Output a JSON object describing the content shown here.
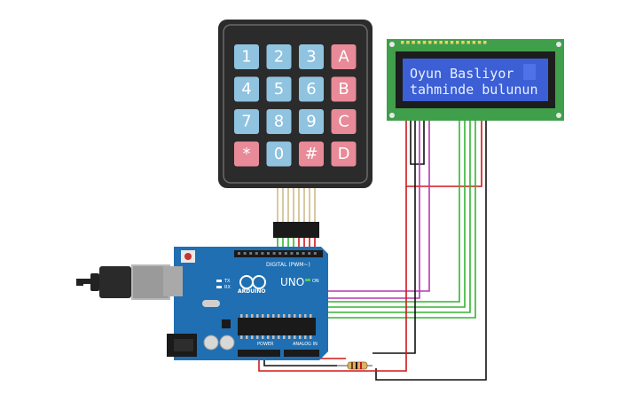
{
  "keypad": {
    "keys": [
      {
        "label": "1",
        "kind": "num"
      },
      {
        "label": "2",
        "kind": "num"
      },
      {
        "label": "3",
        "kind": "num"
      },
      {
        "label": "A",
        "kind": "letter"
      },
      {
        "label": "4",
        "kind": "num"
      },
      {
        "label": "5",
        "kind": "num"
      },
      {
        "label": "6",
        "kind": "num"
      },
      {
        "label": "B",
        "kind": "letter"
      },
      {
        "label": "7",
        "kind": "num"
      },
      {
        "label": "8",
        "kind": "num"
      },
      {
        "label": "9",
        "kind": "num"
      },
      {
        "label": "C",
        "kind": "letter"
      },
      {
        "label": "*",
        "kind": "letter"
      },
      {
        "label": "0",
        "kind": "num"
      },
      {
        "label": "#",
        "kind": "letter"
      },
      {
        "label": "D",
        "kind": "letter"
      }
    ],
    "colors": {
      "num": "#8fc3e0",
      "letter": "#e88a98",
      "body": "#2b2b2b"
    }
  },
  "lcd": {
    "line1": "Oyun Basliyor",
    "line2": "tahminde bulunun",
    "colors": {
      "pcb": "#3f9f4a",
      "screen": "#3c5fd6",
      "bezel": "#1d1d1d"
    }
  },
  "arduino": {
    "logo": "ARDUINO",
    "model": "UNO",
    "digital_label": "DIGITAL (PWM~)",
    "power_label": "POWER",
    "analog_label": "ANALOG IN",
    "tx_label": "TX",
    "rx_label": "RX",
    "on_label": "ON",
    "colors": {
      "board": "#1f6fb2",
      "header": "#1a1a1a"
    }
  },
  "wire_colors": {
    "red": "#d01818",
    "black": "#111111",
    "green": "#35b435",
    "purple": "#b23ab2",
    "gray": "#4a4a4a"
  }
}
